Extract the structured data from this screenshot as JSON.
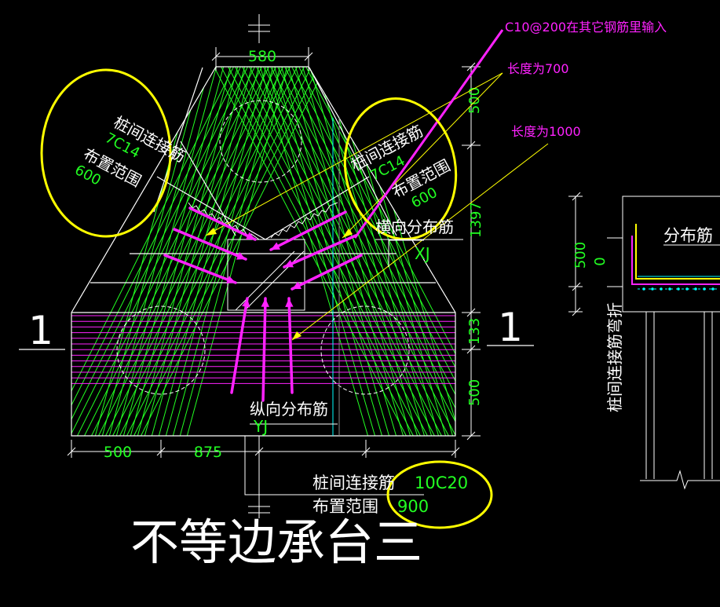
{
  "colors": {
    "background": "#000000",
    "outline": "#ffffff",
    "rebar_diagonal": "#22ff22",
    "rebar_horizontal": "#ff22ff",
    "annotation_arrow": "#ff22ff",
    "highlight_ellipse": "#ffff00",
    "leader_line": "#ffff00",
    "guide_line": "#00ffff"
  },
  "title": "不等边承台三",
  "section_marks": {
    "left": "1",
    "right": "1"
  },
  "callouts": {
    "c10_note": "C10@200在其它钢筋里输入",
    "length_700": "长度为700",
    "length_1000": "长度为1000"
  },
  "labels": {
    "left_connect": {
      "name": "桩间连接筋",
      "spec": "7C14",
      "range_label": "布置范围",
      "range": "600"
    },
    "right_connect": {
      "name": "桩间连接筋",
      "spec": "7C14",
      "range_label": "布置范围",
      "range": "600"
    },
    "bottom_connect": {
      "name": "桩间连接筋",
      "spec": "10C20",
      "range_label": "布置范围",
      "range": "900"
    },
    "transverse": {
      "name": "横向分布筋",
      "tag": "XJ"
    },
    "longitudinal": {
      "name": "纵向分布筋",
      "tag": "YJ"
    }
  },
  "dimensions": {
    "top_width": "580",
    "bottom_left": "500",
    "bottom_mid": "875",
    "right_top": "500",
    "right_mid": "1397",
    "right_small": "133",
    "right_bottom": "500"
  },
  "section_detail": {
    "label": "分布筋",
    "vertical_label": "桩间连接筋弯折",
    "dim_500": "500",
    "dim_0": "0"
  }
}
